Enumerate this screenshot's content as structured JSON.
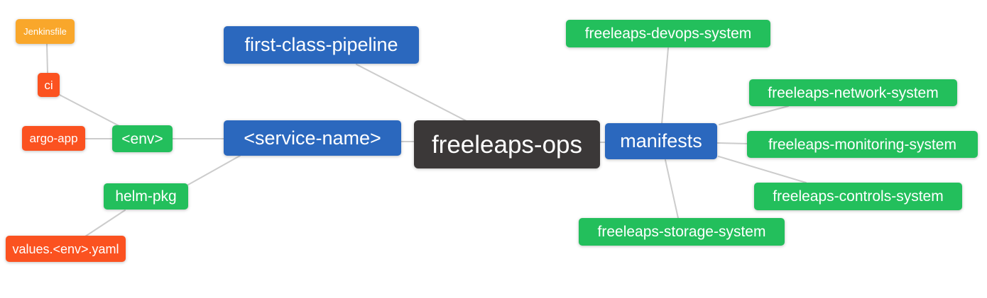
{
  "diagram": {
    "type": "mindmap",
    "root_label": "freeleaps-ops",
    "palette": {
      "root_bg": "#3b3838",
      "branch_bg": "#2b68be",
      "leaf_green_bg": "#23bf5c",
      "leaf_red_bg": "#fb5220",
      "leaf_orange_bg": "#f9a72b",
      "edge": "#cccccc",
      "text": "#ffffff",
      "background": "#ffffff"
    },
    "nodes": {
      "freeleaps_ops": {
        "label": "freeleaps-ops",
        "color": "#3b3838"
      },
      "first_class_pipeline": {
        "label": "first-class-pipeline",
        "color": "#2b68be"
      },
      "service_name": {
        "label": "<service-name>",
        "color": "#2b68be"
      },
      "manifests": {
        "label": "manifests",
        "color": "#2b68be"
      },
      "env": {
        "label": "<env>",
        "color": "#23bf5c"
      },
      "helm_pkg": {
        "label": "helm-pkg",
        "color": "#23bf5c"
      },
      "argo_app": {
        "label": "argo-app",
        "color": "#fb5220"
      },
      "ci": {
        "label": "ci",
        "color": "#fb5220"
      },
      "jenkinsfile": {
        "label": "Jenkinsfile",
        "color": "#f9a72b"
      },
      "values_env_yaml": {
        "label": "values.<env>.yaml",
        "color": "#fb5220"
      },
      "devops_system": {
        "label": "freeleaps-devops-system",
        "color": "#23bf5c"
      },
      "network_system": {
        "label": "freeleaps-network-system",
        "color": "#23bf5c"
      },
      "monitoring_system": {
        "label": "freeleaps-monitoring-system",
        "color": "#23bf5c"
      },
      "controls_system": {
        "label": "freeleaps-controls-system",
        "color": "#23bf5c"
      },
      "storage_system": {
        "label": "freeleaps-storage-system",
        "color": "#23bf5c"
      }
    },
    "edges": [
      {
        "from": "jenkinsfile",
        "to": "ci"
      },
      {
        "from": "ci",
        "to": "env"
      },
      {
        "from": "argo_app",
        "to": "env"
      },
      {
        "from": "env",
        "to": "service_name"
      },
      {
        "from": "helm_pkg",
        "to": "service_name"
      },
      {
        "from": "values_env_yaml",
        "to": "helm_pkg"
      },
      {
        "from": "service_name",
        "to": "freeleaps_ops"
      },
      {
        "from": "first_class_pipeline",
        "to": "freeleaps_ops"
      },
      {
        "from": "freeleaps_ops",
        "to": "manifests"
      },
      {
        "from": "manifests",
        "to": "devops_system"
      },
      {
        "from": "manifests",
        "to": "network_system"
      },
      {
        "from": "manifests",
        "to": "monitoring_system"
      },
      {
        "from": "manifests",
        "to": "controls_system"
      },
      {
        "from": "manifests",
        "to": "storage_system"
      }
    ]
  }
}
